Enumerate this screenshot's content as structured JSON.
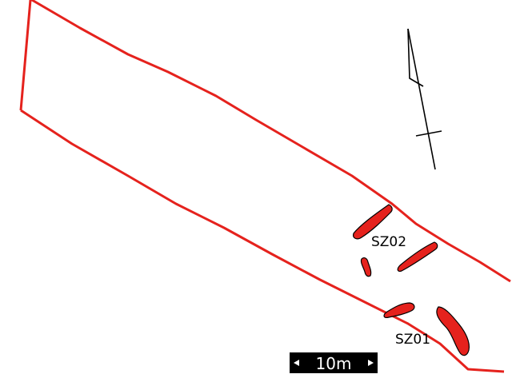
{
  "labels": {
    "feature_1": "SZ02",
    "feature_2": "SZ01"
  },
  "scale_bar": {
    "label": "10m"
  },
  "colors": {
    "boundary": "#e5221d",
    "feature_fill": "#e5221d",
    "feature_outline": "#000000",
    "ink": "#000000",
    "scale_bg": "#000000",
    "scale_text": "#ffffff"
  },
  "icons": {
    "north_arrow": "north-arrow-icon"
  }
}
